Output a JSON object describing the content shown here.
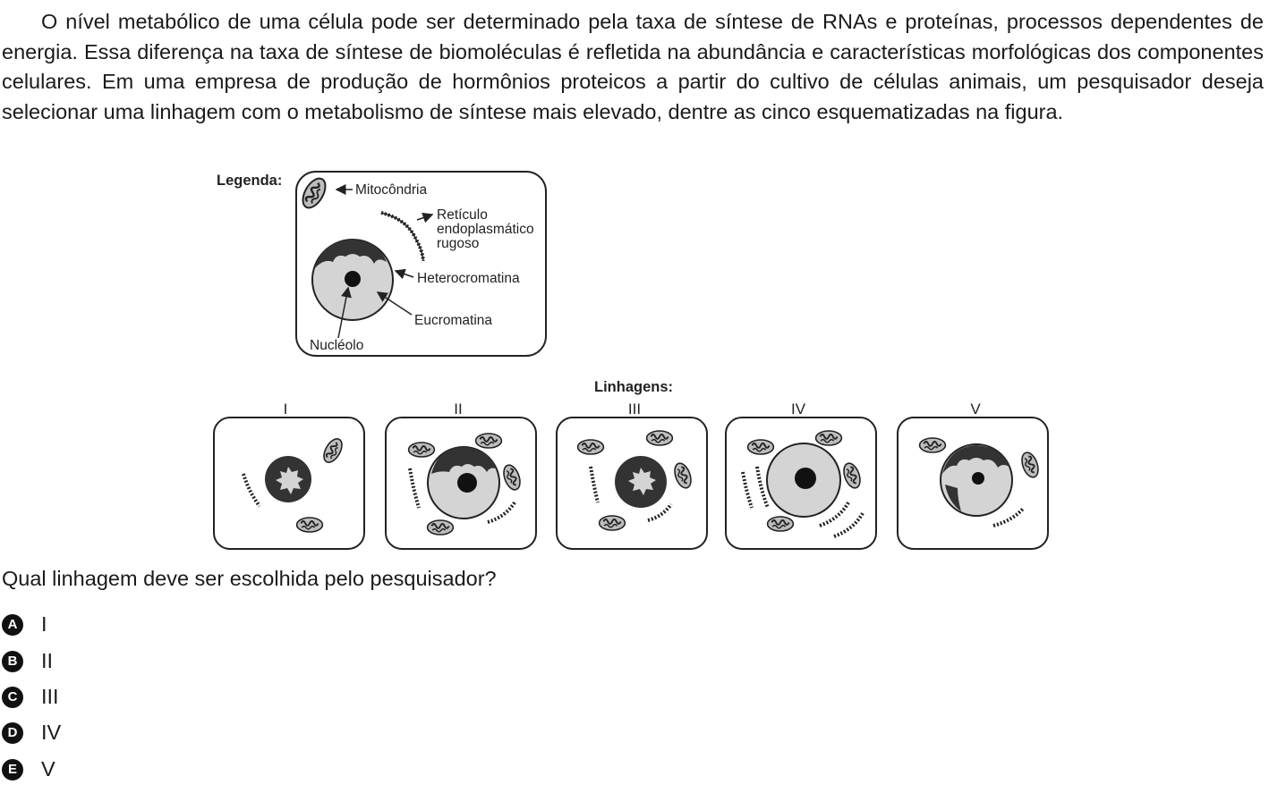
{
  "paragraph": "O nível metabólico de uma célula pode ser determinado pela taxa de síntese de RNAs e proteínas, processos dependentes de energia. Essa diferença na taxa de síntese de biomoléculas é refletida na abundância e características morfológicas dos componentes celulares. Em uma empresa de produção de hormônios proteicos a partir do cultivo de células animais, um pesquisador deseja selecionar uma linhagem com o metabolismo de síntese mais elevado, dentre as cinco esquematizadas na figura.",
  "figure": {
    "legend_title": "Legenda:",
    "legend_labels": {
      "mitochondria": "Mitocôndria",
      "rer_line1": "Retículo",
      "rer_line2": "endoplasmático",
      "rer_line3": "rugoso",
      "heterochromatin": "Heterocromatina",
      "euchromatin": "Eucromatina",
      "nucleolus": "Nucléolo"
    },
    "lineages_title": "Linhagens:",
    "lineages": [
      "I",
      "II",
      "III",
      "IV",
      "V"
    ]
  },
  "question": "Qual linhagem deve ser escolhida pelo pesquisador?",
  "options": [
    {
      "letter": "A",
      "text": "I"
    },
    {
      "letter": "B",
      "text": "II"
    },
    {
      "letter": "C",
      "text": "III"
    },
    {
      "letter": "D",
      "text": "IV"
    },
    {
      "letter": "E",
      "text": "V"
    }
  ]
}
